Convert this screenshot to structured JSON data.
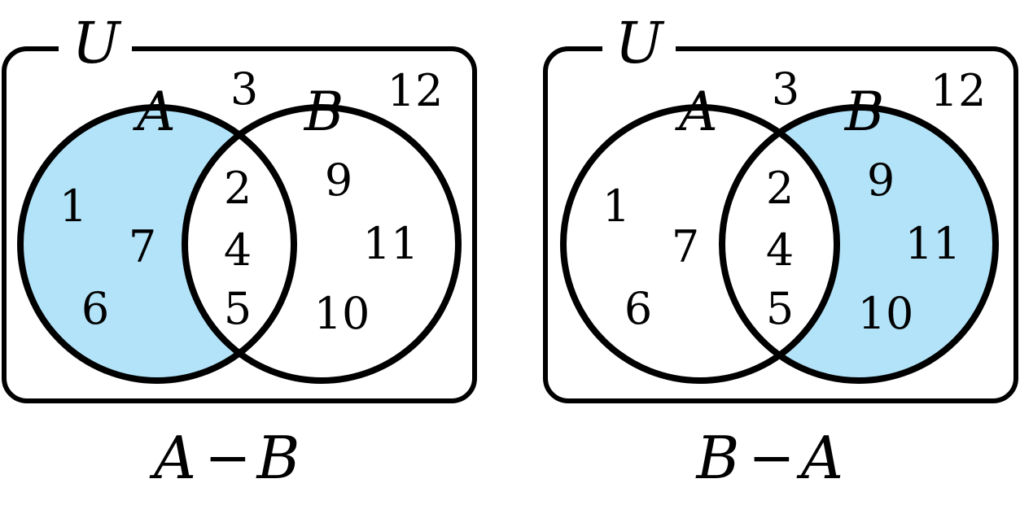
{
  "colors": {
    "shade": "#b3e3f8",
    "ink": "#000000",
    "paper": "#ffffff"
  },
  "panels": [
    {
      "universe_label": "U",
      "set_a_label": "A",
      "set_b_label": "B",
      "shaded_region": "a_only",
      "outside": [
        "3",
        "12"
      ],
      "a_only": [
        "1",
        "7",
        "6"
      ],
      "both": [
        "2",
        "4",
        "5"
      ],
      "b_only": [
        "9",
        "11",
        "10"
      ],
      "caption_left": "A",
      "caption_op": "−",
      "caption_right": "B"
    },
    {
      "universe_label": "U",
      "set_a_label": "A",
      "set_b_label": "B",
      "shaded_region": "b_only",
      "outside": [
        "3",
        "12"
      ],
      "a_only": [
        "1",
        "7",
        "6"
      ],
      "both": [
        "2",
        "4",
        "5"
      ],
      "b_only": [
        "9",
        "11",
        "10"
      ],
      "caption_left": "B",
      "caption_op": "−",
      "caption_right": "A"
    }
  ]
}
